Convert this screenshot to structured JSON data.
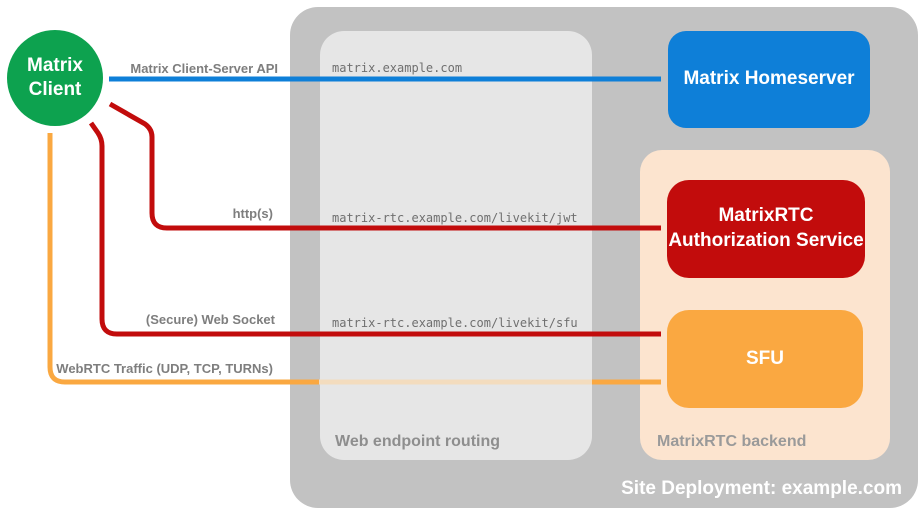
{
  "diagram": {
    "client": {
      "label": "Matrix Client",
      "color": "#0DA24F"
    },
    "site": {
      "caption": "Site Deployment: example.com",
      "bg": "#C2C2C2"
    },
    "routing": {
      "caption": "Web endpoint routing",
      "bg": "#E6E6E6",
      "endpoints": [
        "matrix.example.com",
        "matrix-rtc.example.com/livekit/jwt",
        "matrix-rtc.example.com/livekit/sfu"
      ]
    },
    "backend": {
      "caption": "MatrixRTC backend",
      "bg": "#FCE4CF"
    },
    "nodes": {
      "homeserver": {
        "label": "Matrix Homeserver",
        "color": "#0E7FD8"
      },
      "auth_service": {
        "label": "MatrixRTC Authorization Service",
        "color": "#C20C0C"
      },
      "sfu": {
        "label": "SFU",
        "color": "#FAA841"
      }
    },
    "connections": {
      "client_server_api": {
        "label": "Matrix Client-Server API",
        "color": "#0E7FD8",
        "bidirectional": true
      },
      "https": {
        "label": "http(s)",
        "color": "#C20C0C",
        "bidirectional": true
      },
      "websocket": {
        "label": "(Secure) Web Socket",
        "color": "#C20C0C",
        "bidirectional": true
      },
      "webrtc": {
        "label": "WebRTC Traffic (UDP, TCP, TURNs)",
        "color": "#FAA841",
        "bidirectional": true
      }
    }
  }
}
